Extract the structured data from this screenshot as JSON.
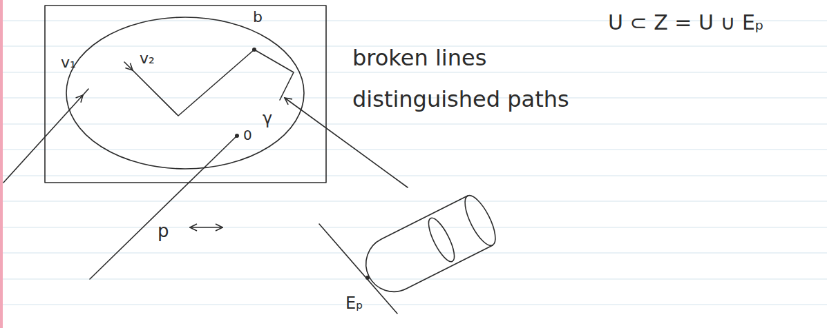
{
  "diagram": {
    "labels": [
      "U ⊂ Z = U ∪ Eₚ",
      "b",
      "v₁",
      "v₂",
      "broken lines",
      "distinguished paths",
      "γ",
      "0",
      "p",
      "Eₚ"
    ]
  }
}
